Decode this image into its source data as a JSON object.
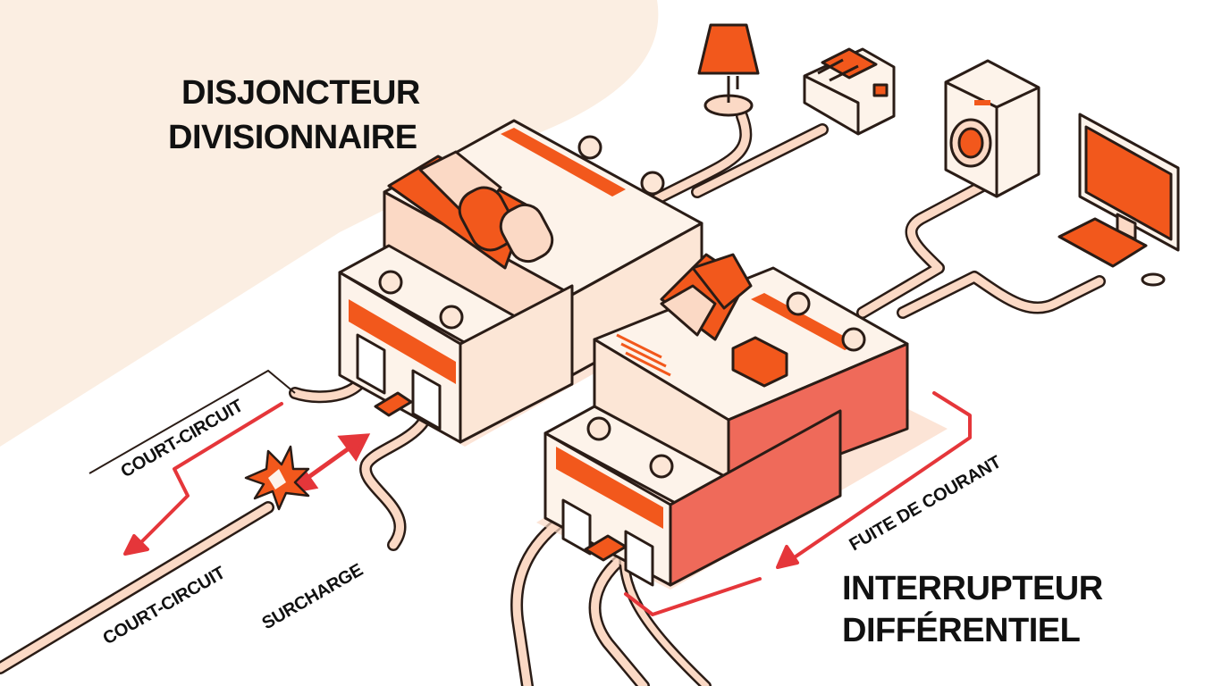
{
  "titles": {
    "mcb_line1": "DISJONCTEUR",
    "mcb_line2": "DIVISIONNAIRE",
    "rcd_line1": "INTERRUPTEUR",
    "rcd_line2": "DIFFÉRENTIEL"
  },
  "annotations": {
    "short_circuit_upper": "COURT-CIRCUIT",
    "short_circuit_lower": "COURT-CIRCUIT",
    "overload": "SURCHARGE",
    "leakage": "FUITE DE COURANT"
  },
  "appliances": [
    "lamp-icon",
    "toaster-icon",
    "washing-machine-icon",
    "computer-icon"
  ],
  "colors": {
    "accent": "#f2581c",
    "peach": "#fbd9c5",
    "cream": "#fdf3ea",
    "danger": "#e5363a",
    "leak_fill": "#ef6a5a",
    "outline": "#2a1c16",
    "background_wedge": "#fbeee2"
  }
}
